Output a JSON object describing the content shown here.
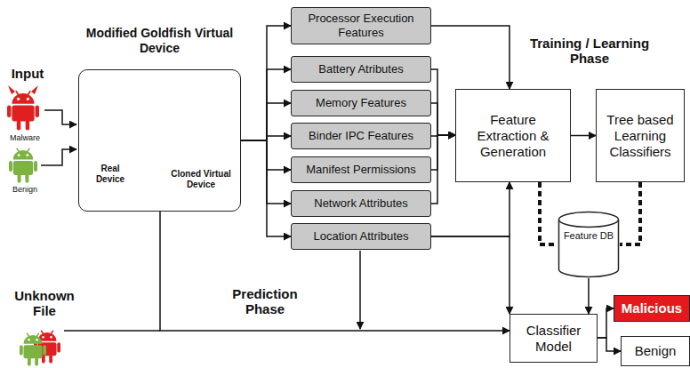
{
  "diagram": {
    "nodes": [
      {
        "text": [
          "Modified Goldfish Virtual Device"
        ]
      },
      {
        "text": [
          "Processor Execution Features"
        ]
      },
      {
        "text": [
          "Battery Atributes"
        ]
      },
      {
        "text": [
          "Memory Features"
        ]
      },
      {
        "text": [
          "Binder IPC Features"
        ]
      },
      {
        "text": [
          "Manifest Permissions"
        ]
      },
      {
        "text": [
          "Network Attributes"
        ]
      },
      {
        "text": [
          "Location Attributes"
        ]
      },
      {
        "text": [
          "Feature Extraction & Generation"
        ]
      },
      {
        "text": [
          "Tree based Learning Classifiers"
        ]
      },
      {
        "text": [
          "Feature DB"
        ]
      },
      {
        "text": [
          "Classifier Model"
        ]
      },
      {
        "text": [
          "Malicious"
        ]
      },
      {
        "text": [
          "Benign"
        ]
      }
    ],
    "edges": [
      {
        "from": 0,
        "to": 1,
        "arrow": "to"
      },
      {
        "from": 0,
        "to": 2,
        "arrow": "to"
      },
      {
        "from": 0,
        "to": 3,
        "arrow": "to"
      },
      {
        "from": 0,
        "to": 4,
        "arrow": "to"
      },
      {
        "from": 0,
        "to": 5,
        "arrow": "to"
      },
      {
        "from": 0,
        "to": 6,
        "arrow": "to"
      },
      {
        "from": 0,
        "to": 7,
        "arrow": "to"
      },
      {
        "from": 1,
        "to": 8,
        "arrow": "to"
      },
      {
        "from": 2,
        "to": 8,
        "arrow": "to"
      },
      {
        "from": 3,
        "to": 8,
        "arrow": "to"
      },
      {
        "from": 4,
        "to": 8,
        "arrow": "to"
      },
      {
        "from": 5,
        "to": 8,
        "arrow": "to"
      },
      {
        "from": 6,
        "to": 8,
        "arrow": "to"
      },
      {
        "from": 7,
        "to": 8,
        "arrow": "to"
      },
      {
        "from": 8,
        "to": 9,
        "arrow": "to"
      },
      {
        "from": 8,
        "to": 10,
        "arrow": "none"
      },
      {
        "from": 9,
        "to": 10,
        "arrow": "none"
      },
      {
        "from": 10,
        "to": 11,
        "arrow": "to"
      },
      {
        "from": 0,
        "to": 11,
        "arrow": "to"
      },
      {
        "from": 7,
        "to": 11,
        "arrow": "to"
      },
      {
        "from": 11,
        "to": 12,
        "arrow": "to"
      },
      {
        "from": 11,
        "to": 13,
        "arrow": "to"
      }
    ],
    "labels": [
      "Input",
      "Malware",
      "Benign",
      "Real Device",
      "Cloned Virtual Device",
      "Training / Learning Phase",
      "Unknown File",
      "Prediction Phase"
    ]
  }
}
